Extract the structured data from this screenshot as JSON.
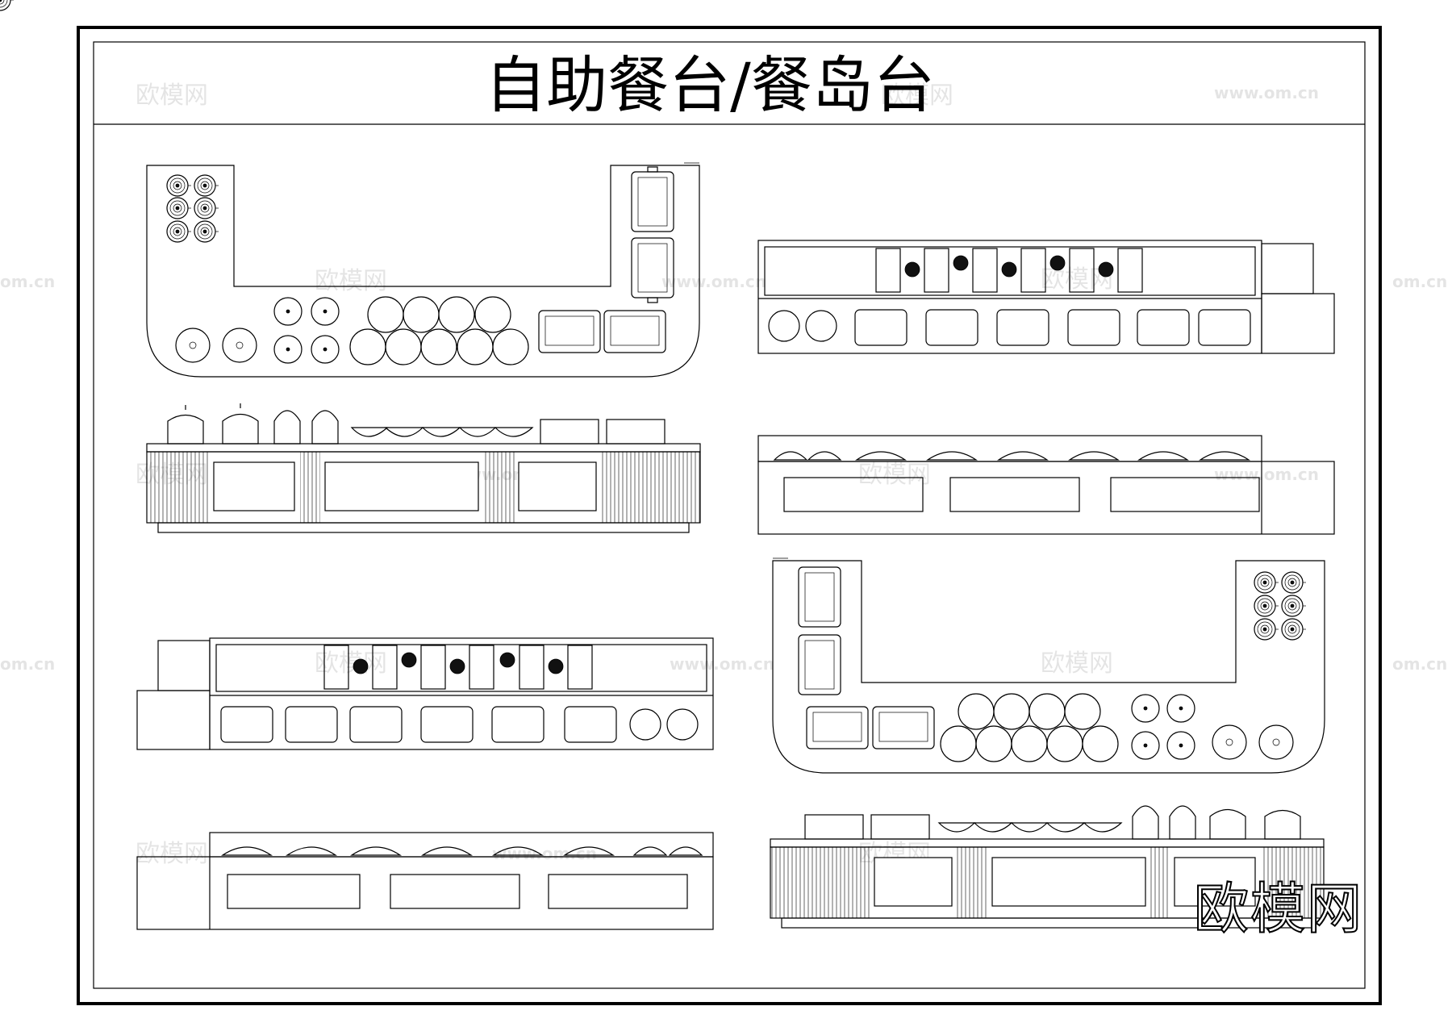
{
  "title": "自助餐台/餐岛台",
  "brand_watermark": "欧模网",
  "watermark_cn": "欧模网",
  "watermark_url": "www.om.cn",
  "watermark_url_partial": "om.cn"
}
